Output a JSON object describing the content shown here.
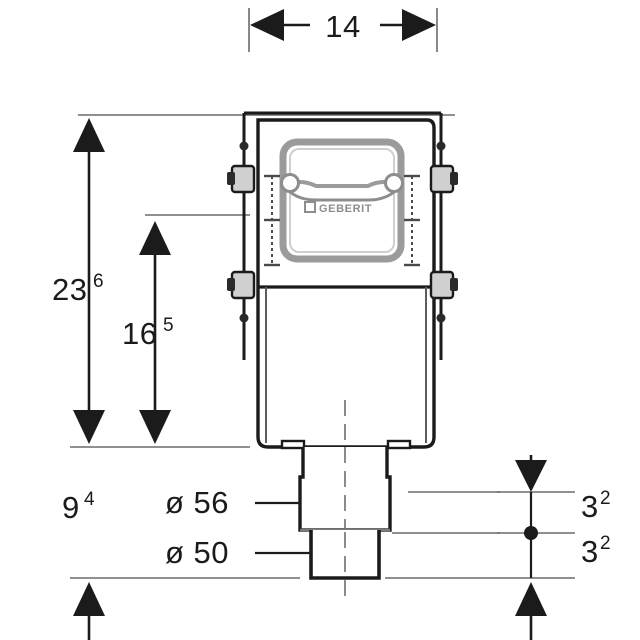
{
  "drawing": {
    "title": "Geberit concealed cistern technical dimension drawing",
    "units_note": "",
    "line_color": "#1b1b1b",
    "thin_line_color": "#6b6b6b",
    "panel_color": "#8d8d8d",
    "background": "#ffffff"
  },
  "dimensions": {
    "width_top": {
      "name": "top-width",
      "value": "14",
      "sup": ""
    },
    "height_total": {
      "name": "total-height",
      "value": "23",
      "sup": "6"
    },
    "height_inner": {
      "name": "inner-height",
      "value": "16",
      "sup": "5"
    },
    "offset_left": {
      "name": "left-offset",
      "value": "9",
      "sup": "4"
    },
    "outlet_large": {
      "name": "outlet-diameter-large",
      "value": "ø 56",
      "sup": ""
    },
    "outlet_small": {
      "name": "outlet-diameter-small",
      "value": "ø 50",
      "sup": ""
    },
    "right_upper": {
      "name": "right-upper-offset",
      "value": "3",
      "sup": "2"
    },
    "right_lower": {
      "name": "right-lower-offset",
      "value": "3",
      "sup": "2"
    }
  },
  "product": {
    "brand_label": "GEBERIT",
    "brand_mark": "square-mark"
  },
  "icons": {
    "arrow_left": "arrow-left-icon",
    "arrow_right": "arrow-right-icon",
    "arrow_up": "arrow-up-icon",
    "arrow_down": "arrow-down-icon",
    "leader_dot": "leader-dot-icon"
  }
}
